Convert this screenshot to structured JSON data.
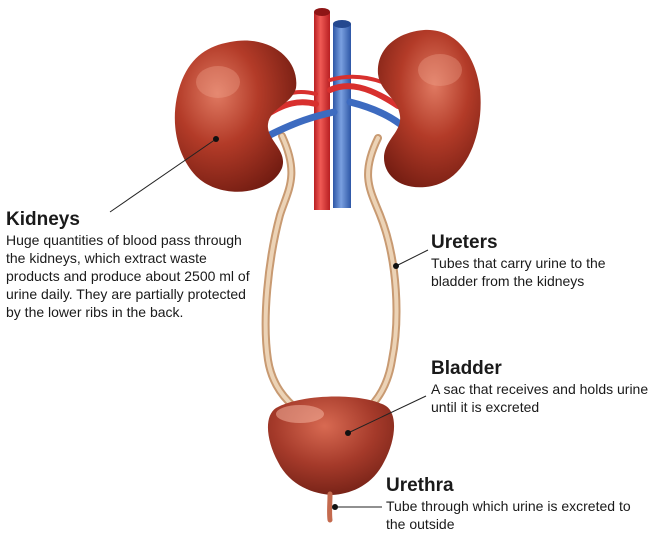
{
  "labels": {
    "kidneys": {
      "title": "Kidneys",
      "description": "Huge quantities of blood pass through the kidneys, which extract waste products and produce about 2500 ml of urine daily. They are partially protected by the lower ribs in the back."
    },
    "ureters": {
      "title": "Ureters",
      "description": "Tubes that carry urine to the bladder from the kidneys"
    },
    "bladder": {
      "title": "Bladder",
      "description": "A sac that receives and holds urine until it is excreted"
    },
    "urethra": {
      "title": "Urethra",
      "description": "Tube through which urine is excreted to the outside"
    }
  },
  "colors": {
    "kidney": "#b23a2a",
    "kidney_dark": "#7e1f14",
    "artery": "#e23b3b",
    "vein": "#4a78c8",
    "ureter": "#dcb48e",
    "bladder": "#a53a2a",
    "leader_line": "#222222"
  }
}
